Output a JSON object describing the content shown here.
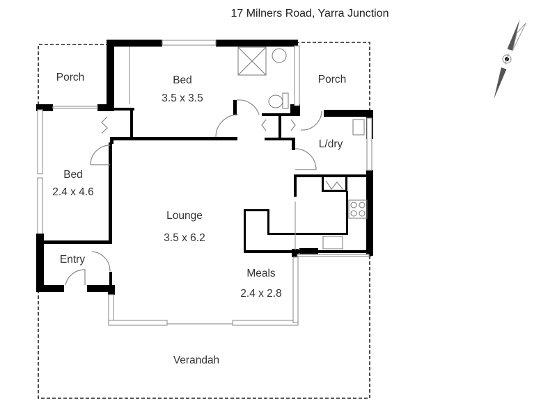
{
  "title": "17 Milners Road, Yarra Junction",
  "compass": {
    "icon": "north-arrow-icon"
  },
  "rooms": [
    {
      "id": "porch-west",
      "name": "Porch",
      "dims": ""
    },
    {
      "id": "bed-1",
      "name": "Bed",
      "dims": "3.5 x 3.5"
    },
    {
      "id": "porch-east",
      "name": "Porch",
      "dims": ""
    },
    {
      "id": "laundry",
      "name": "L/dry",
      "dims": ""
    },
    {
      "id": "bed-2",
      "name": "Bed",
      "dims": "2.4 x 4.6"
    },
    {
      "id": "lounge",
      "name": "Lounge",
      "dims": "3.5 x 6.2"
    },
    {
      "id": "entry",
      "name": "Entry",
      "dims": ""
    },
    {
      "id": "meals",
      "name": "Meals",
      "dims": "2.4 x 2.8"
    },
    {
      "id": "verandah",
      "name": "Verandah",
      "dims": ""
    }
  ],
  "colors": {
    "wall": "#000000",
    "window": "#9a9a9a",
    "text": "#333333",
    "dashed": "#222222"
  }
}
